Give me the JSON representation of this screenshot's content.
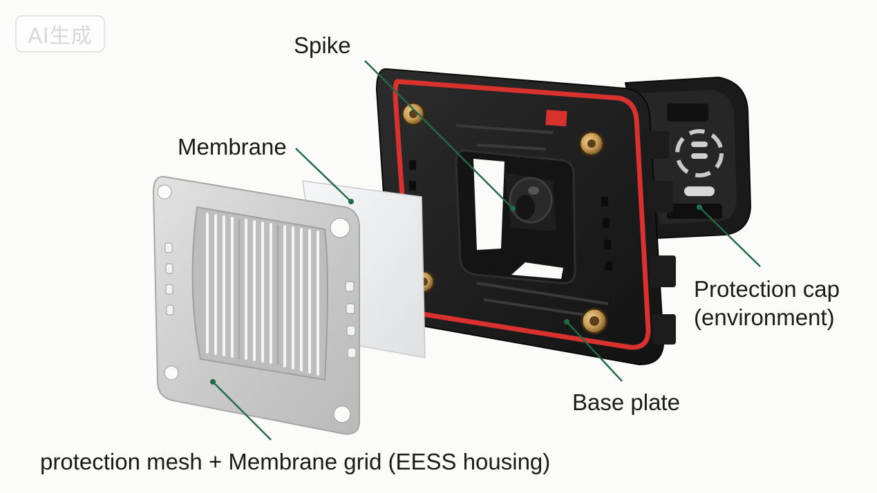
{
  "watermark": {
    "text": "AI生成"
  },
  "labels": {
    "spike": "Spike",
    "membrane": "Membrane",
    "protection_cap_line1": "Protection cap",
    "protection_cap_line2": "(environment)",
    "base_plate": "Base plate",
    "protection_mesh": "protection mesh + Membrane grid (EESS housing)"
  },
  "colors": {
    "leader_line": "#1f6b45",
    "gasket": "#d9322e",
    "housing": "#1e1e1e",
    "metal_mesh": "#c9c9c9",
    "membrane": "#ecedee",
    "brass_insert": "#c89b55",
    "background": "#fbfbf9"
  }
}
